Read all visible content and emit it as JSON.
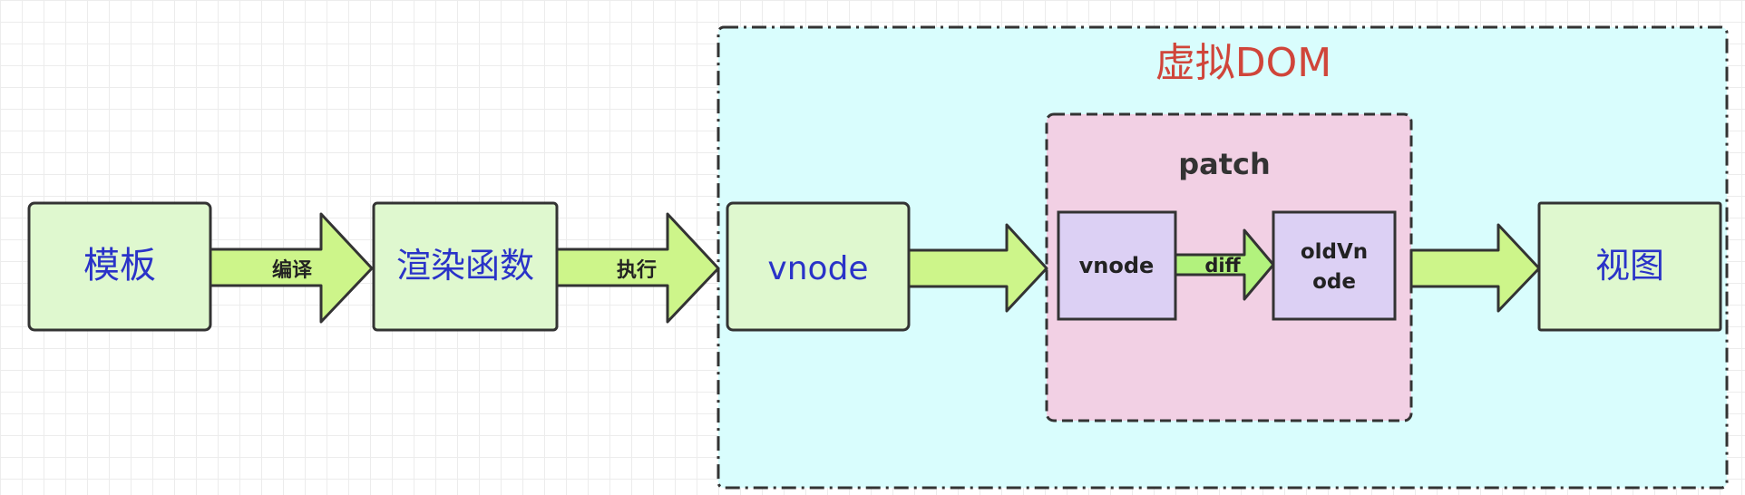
{
  "title": "虚拟DOM",
  "patch_label": "patch",
  "nodes": {
    "template": "模板",
    "render_function": "渲染函数",
    "vnode": "vnode",
    "patch_vnode": "vnode",
    "old_vnode_line1": "oldVn",
    "old_vnode_line2": "ode",
    "view": "视图"
  },
  "arrows": {
    "compile": "编译",
    "execute": "执行",
    "diff": "diff"
  },
  "colors": {
    "node_fill": "#dff8cf",
    "arrow_fill": "#cdf58a",
    "diff_arrow_fill": "#b2f27d",
    "vdom_fill": "#d9fdfd",
    "patch_fill": "#f2d0e4",
    "patch_node_fill": "#dcd0f4",
    "title_color": "#d0453a",
    "node_text_color": "#2a33c8",
    "stroke": "#333333"
  }
}
